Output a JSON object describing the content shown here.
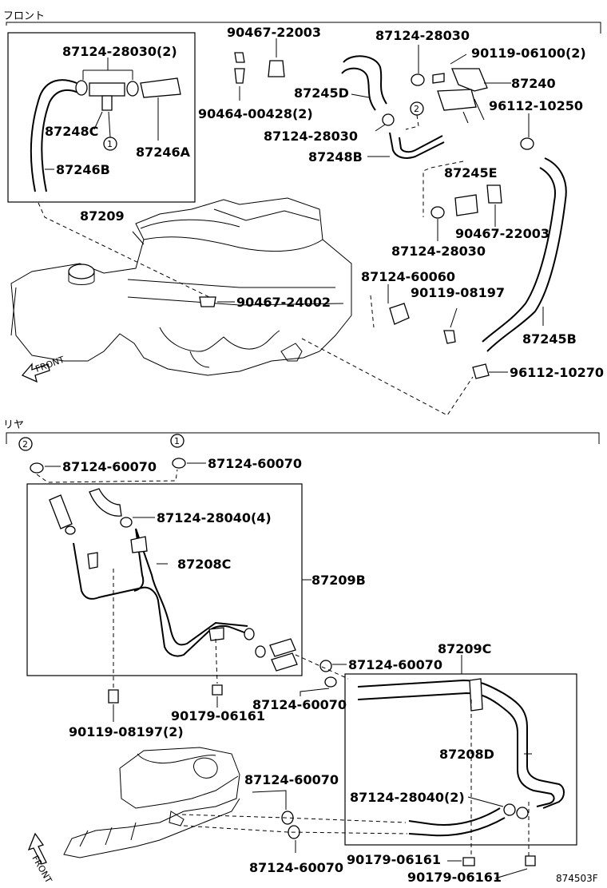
{
  "sections": {
    "front_title": "フロント",
    "rear_title": "リヤ"
  },
  "front": {
    "front_arrow": "FRONT",
    "labels": {
      "l_87124_28030_2": "87124-28030(2)",
      "l_87248C": "87248C",
      "l_87246A": "87246A",
      "l_87246B": "87246B",
      "l_87209": "87209",
      "l_90467_22003_top": "90467-22003",
      "l_90464_00428_2": "90464-00428(2)",
      "l_87245D": "87245D",
      "l_87124_28030_a": "87124-28030",
      "l_87124_28030_b": "87124-28030",
      "l_90119_06100_2": "90119-06100(2)",
      "l_87240": "87240",
      "l_96112_10250": "96112-10250",
      "l_87248B": "87248B",
      "l_87245E": "87245E",
      "l_90467_22003_mid": "90467-22003",
      "l_87124_28030_c": "87124-28030",
      "l_87124_60060": "87124-60060",
      "l_90119_08197": "90119-08197",
      "l_90467_24002": "90467-24002",
      "l_87245B": "87245B",
      "l_96112_10270": "96112-10270"
    },
    "callouts": {
      "c1": "1",
      "c2": "2"
    }
  },
  "rear": {
    "front_arrow": "FRONT",
    "labels": {
      "l_87124_60070_a": "87124-60070",
      "l_87124_60070_b": "87124-60070",
      "l_87124_28040_4": "87124-28040(4)",
      "l_87208C": "87208C",
      "l_87209B": "87209B",
      "l_87209C": "87209C",
      "l_87124_60070_c": "87124-60070",
      "l_87124_60070_d": "87124-60070",
      "l_90179_06161_a": "90179-06161",
      "l_90119_08197_2": "90119-08197(2)",
      "l_87208D": "87208D",
      "l_87124_60070_e": "87124-60070",
      "l_87124_28040_2": "87124-28040(2)",
      "l_87124_60070_f": "87124-60070",
      "l_90179_06161_b": "90179-06161",
      "l_90179_06161_c": "90179-06161"
    },
    "callouts": {
      "c1": "1",
      "c2": "2"
    }
  },
  "diagram_code": "874503F"
}
